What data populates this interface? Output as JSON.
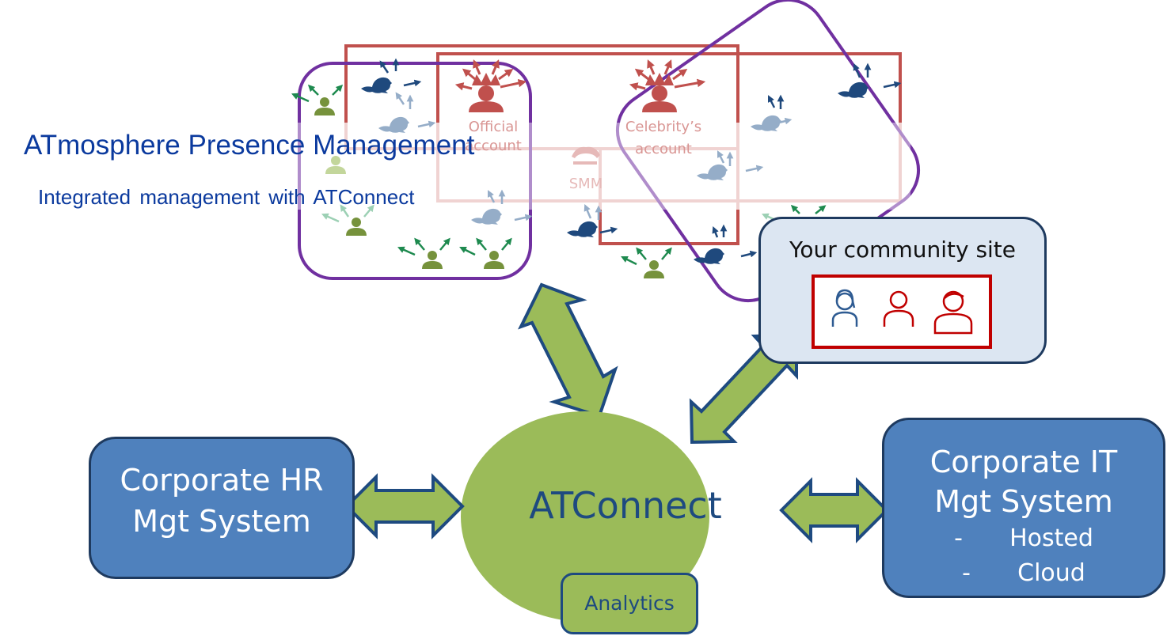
{
  "header": {
    "title": "ATmosphere Presence Management",
    "subtitle": "Integrated management with ATConnect"
  },
  "social_cloud": {
    "accounts": [
      {
        "label_line1": "Official",
        "label_line2": "account",
        "icon": "king-crown-person-icon"
      },
      {
        "label_line1": "Celebrity’s",
        "label_line2": "account",
        "icon": "queen-crown-person-icon"
      },
      {
        "label_line1": "SMM",
        "label_line2": "",
        "icon": "jester-hat-icon"
      }
    ],
    "follower_icons": [
      "beaver-icon",
      "person-icon",
      "arrow-icon"
    ]
  },
  "community_site": {
    "title": "Your community site",
    "members": [
      {
        "icon": "woman-user-icon",
        "color": "#2e5b92"
      },
      {
        "icon": "user-icon",
        "color": "#c00000"
      },
      {
        "icon": "man-user-icon",
        "color": "#c00000"
      }
    ]
  },
  "hub": {
    "label": "ATConnect",
    "sub_module": "Analytics"
  },
  "hr_system": {
    "line1": "Corporate HR",
    "line2": "Mgt System"
  },
  "it_system": {
    "line1": "Corporate IT",
    "line2": "Mgt System",
    "options": [
      {
        "dash": "-",
        "label": "Hosted"
      },
      {
        "dash": "-",
        "label": "Cloud"
      }
    ]
  },
  "colors": {
    "accent_green": "#9bbb59",
    "box_blue": "#4f81bd",
    "outline_navy": "#1e4a80",
    "account_red": "#c0504d",
    "group_purple": "#7030a0",
    "title_blue": "#0b3a9e",
    "community_bg": "#dce6f2"
  }
}
